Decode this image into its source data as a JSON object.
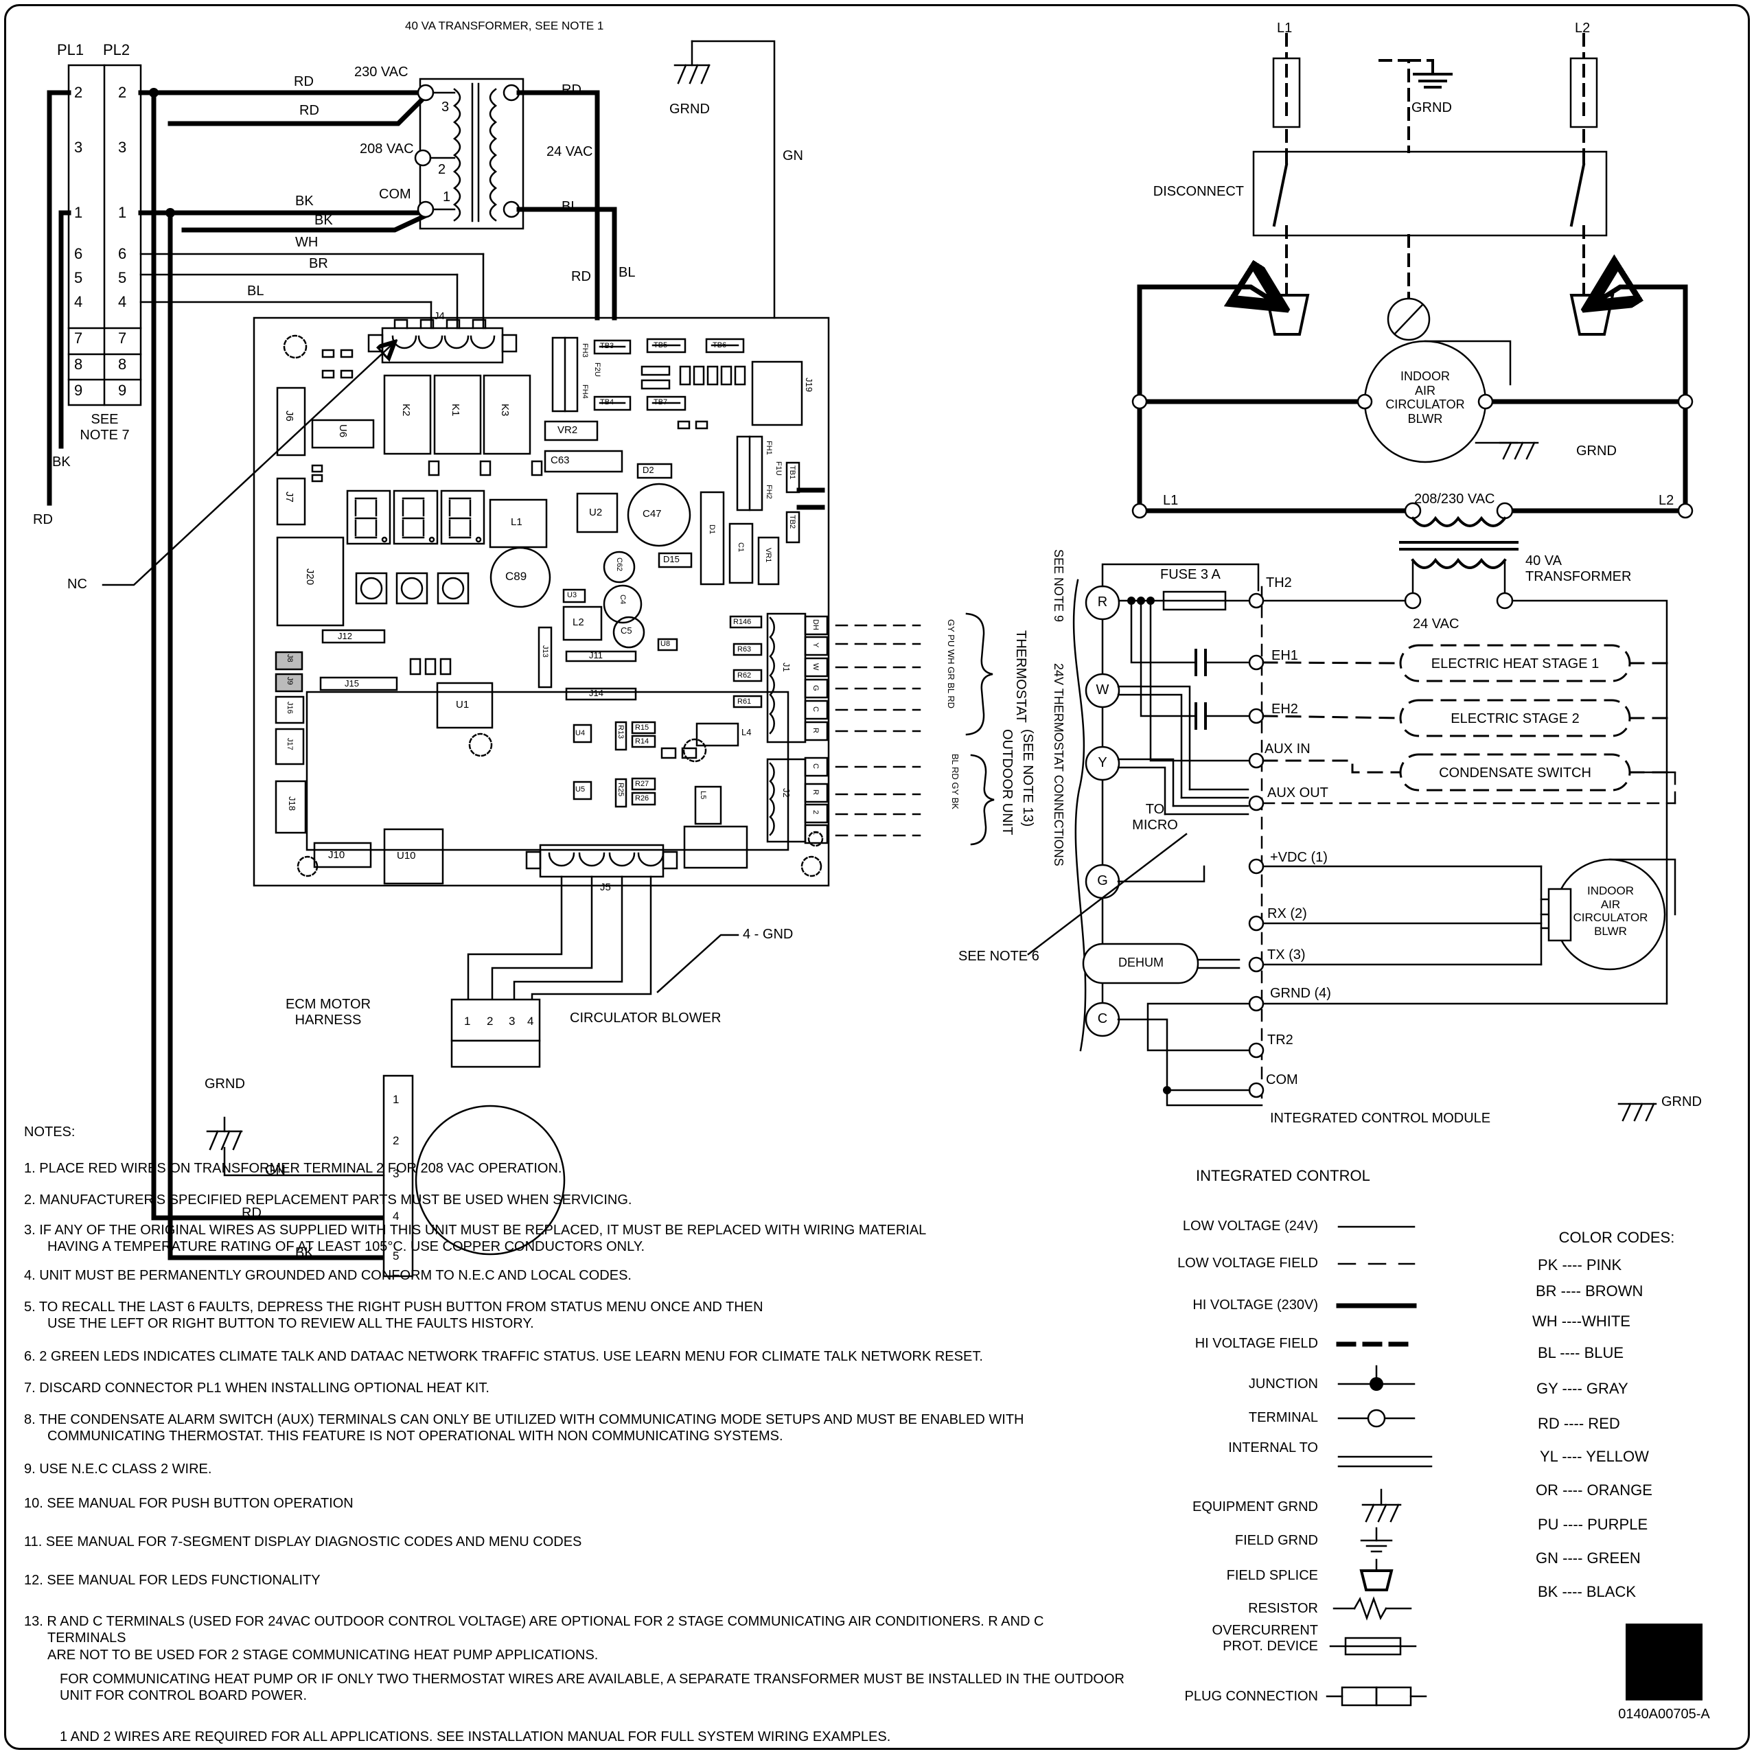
{
  "doc": {
    "part_number": "0140A00705-A"
  },
  "top_left": {
    "pl1": "PL1",
    "pl2": "PL2",
    "pins": [
      "2",
      "3",
      "1",
      "6",
      "5",
      "4",
      "7",
      "8",
      "9"
    ],
    "see_note_7": "SEE\nNOTE 7",
    "bk_end": "BK",
    "rd_end": "RD",
    "nc": "NC"
  },
  "top_wires": {
    "rd1": "RD",
    "v230": "230 VAC",
    "rd2": "RD",
    "bk1": "BK",
    "com": "COM",
    "bk2": "BK",
    "wh": "WH",
    "br": "BR",
    "bl": "BL"
  },
  "xfmr": {
    "title": "40 VA TRANSFORMER, SEE NOTE 1",
    "p3": "3",
    "p2": "2",
    "p1": "1",
    "v208": "208 VAC",
    "v24": "24 VAC",
    "rd": "RD",
    "bl": "BL"
  },
  "gnd_top": {
    "grnd": "GRND",
    "gn": "GN"
  },
  "board_wires": {
    "rd": "RD",
    "bl": "BL"
  },
  "board": {
    "refs": {
      "j4": "J4",
      "tb3": "TB3",
      "tb4": "TB4",
      "tb5": "TB5",
      "tb6": "TB6",
      "tb7": "TB7",
      "fh3": "FH3",
      "f2u": "F2U",
      "fh4": "FH4",
      "k2": "K2",
      "k1": "K1",
      "k3": "K3",
      "vr2": "VR2",
      "c63": "C63",
      "j6": "J6",
      "u6": "U6",
      "j7": "J7",
      "j20": "J20",
      "l1": "L1",
      "u2": "U2",
      "c89": "C89",
      "u3": "U3",
      "c62": "C62",
      "c4": "C4",
      "d2": "D2",
      "c47": "C47",
      "d15": "D15",
      "d1": "D1",
      "c1": "C1",
      "vr1": "VR1",
      "fh1": "FH1",
      "f1u": "F1U",
      "fh2": "FH2",
      "tb1": "TB1",
      "tb2": "TB2",
      "j19": "J19",
      "j8": "J8",
      "j9": "J9",
      "j12": "J12",
      "j15": "J15",
      "j16": "J16",
      "j17": "J17",
      "j18": "J18",
      "u1": "U1",
      "l2": "L2",
      "c5": "C5",
      "j13": "J13",
      "j11": "J11",
      "j14": "J14",
      "u8": "U8",
      "r146": "R146",
      "r63": "R63",
      "r62": "R62",
      "r61": "R61",
      "j1": "J1",
      "u4": "U4",
      "r13": "R13",
      "r15": "R15",
      "r14": "R14",
      "l4": "L4",
      "u5": "U5",
      "r25": "R25",
      "r27": "R27",
      "r26": "R26",
      "l5": "L5",
      "j2": "J2",
      "j5": "J5",
      "j10": "J10",
      "u10": "U10"
    },
    "j1_terminals": [
      "DH",
      "Y",
      "W",
      "G",
      "C",
      "R"
    ],
    "j2_terminals": [
      "C",
      "R",
      "2",
      "1"
    ]
  },
  "stat": {
    "wires": "GY PU WH GR BL RD",
    "label": "THERMOSTAT",
    "outdoor_wires": "BL RD GY BK",
    "outdoor1": "OUTDOOR UNIT",
    "outdoor2": "(SEE NOTE 13)"
  },
  "ecm": {
    "title": "ECM MOTOR\nHARNESS",
    "grnd": "GRND",
    "gn": "GN",
    "rd": "RD",
    "bk": "BK",
    "pins": [
      "1",
      "2",
      "3",
      "4",
      "5"
    ],
    "top_pins": [
      "1",
      "2",
      "3",
      "4"
    ],
    "blower": "CIRCULATOR BLOWER",
    "gnd4": "4 - GND"
  },
  "right": {
    "l1": "L1",
    "l2": "L2",
    "grnd_top": "GRND",
    "disconnect": "DISCONNECT",
    "blower_top": "INDOOR\nAIR\nCIRCULATOR\nBLWR",
    "grnd_blower": "GRND",
    "l1b": "L1",
    "l2b": "L2",
    "vac": "208/230 VAC",
    "xfmr": "40 VA\nTRANSFORMER",
    "v24": "24 VAC",
    "see9": "SEE NOTE 9",
    "fuse": "FUSE 3 A",
    "th2": "TH2",
    "conns": "24V THERMOSTAT CONNECTIONS",
    "r": "R",
    "w": "W",
    "y": "Y",
    "g": "G",
    "dehum": "DEHUM",
    "c": "C",
    "eh1": "EH1",
    "eh2": "EH2",
    "auxin": "AUX IN",
    "auxout": "AUX OUT",
    "tomicro": "TO\nMICRO",
    "see6": "SEE NOTE 6",
    "vdc": "+VDC (1)",
    "rx": "RX (2)",
    "tx": "TX (3)",
    "grnd4": "GRND (4)",
    "tr2": "TR2",
    "com": "COM",
    "icm": "INTEGRATED CONTROL MODULE",
    "grnd_icm": "GRND",
    "heat1": "ELECTRIC HEAT STAGE 1",
    "heat2": "ELECTRIC STAGE 2",
    "cond": "CONDENSATE SWITCH",
    "blower_right": "INDOOR\nAIR\nCIRCULATOR\nBLWR"
  },
  "notes": {
    "title": "NOTES:",
    "items": [
      {
        "t": "1. PLACE RED WIRES ON TRANSFORMER TERMINAL 2 FOR 208 VAC OPERATION."
      },
      {
        "t": "2. MANUFACTURER'S SPECIFIED REPLACEMENT PARTS MUST BE USED WHEN SERVICING."
      },
      {
        "t": "3. IF ANY OF THE ORIGINAL WIRES AS SUPPLIED WITH THIS UNIT MUST BE REPLACED, IT MUST BE REPLACED WITH WIRING MATERIAL\nHAVING A TEMPERATURE RATING OF AT LEAST 105°C. USE COPPER CONDUCTORS ONLY."
      },
      {
        "t": "4. UNIT MUST BE PERMANENTLY GROUNDED AND CONFORM TO N.E.C AND LOCAL CODES."
      },
      {
        "t": "5. TO RECALL THE LAST 6 FAULTS, DEPRESS THE RIGHT PUSH BUTTON FROM STATUS MENU ONCE AND THEN\nUSE THE LEFT OR RIGHT BUTTON TO REVIEW ALL THE FAULTS HISTORY."
      },
      {
        "t": "6. 2 GREEN LEDS INDICATES CLIMATE TALK AND DATAAC NETWORK TRAFFIC STATUS. USE LEARN MENU FOR CLIMATE TALK NETWORK RESET."
      },
      {
        "t": "7. DISCARD CONNECTOR PL1 WHEN INSTALLING OPTIONAL HEAT KIT."
      },
      {
        "t": "8. THE CONDENSATE ALARM SWITCH (AUX) TERMINALS CAN ONLY BE UTILIZED WITH COMMUNICATING MODE SETUPS AND MUST BE ENABLED WITH\nCOMMUNICATING THERMOSTAT. THIS FEATURE IS NOT OPERATIONAL WITH NON COMMUNICATING SYSTEMS."
      },
      {
        "t": "9. USE N.E.C CLASS 2 WIRE."
      },
      {
        "t": "10. SEE MANUAL FOR PUSH BUTTON OPERATION"
      },
      {
        "t": "11. SEE MANUAL FOR 7-SEGMENT DISPLAY DIAGNOSTIC CODES AND MENU CODES"
      },
      {
        "t": "12. SEE MANUAL FOR LEDS FUNCTIONALITY"
      },
      {
        "t": "13. R AND C TERMINALS (USED FOR 24VAC OUTDOOR CONTROL VOLTAGE) ARE OPTIONAL FOR 2 STAGE COMMUNICATING AIR CONDITIONERS. R AND C TERMINALS\nARE NOT TO BE USED FOR 2 STAGE COMMUNICATING HEAT PUMP APPLICATIONS."
      },
      {
        "t": "FOR COMMUNICATING HEAT PUMP OR IF ONLY TWO THERMOSTAT WIRES ARE AVAILABLE, A SEPARATE TRANSFORMER MUST BE INSTALLED IN THE OUTDOOR\nUNIT FOR CONTROL BOARD POWER."
      },
      {
        "t": "1 AND 2 WIRES ARE REQUIRED FOR ALL APPLICATIONS. SEE INSTALLATION  MANUAL FOR FULL SYSTEM WIRING EXAMPLES."
      }
    ]
  },
  "legend": {
    "title": "INTEGRATED CONTROL",
    "rows": [
      "LOW VOLTAGE (24V)",
      "LOW VOLTAGE FIELD",
      "HI VOLTAGE (230V)",
      "HI VOLTAGE FIELD",
      "JUNCTION",
      "TERMINAL",
      "INTERNAL TO",
      "EQUIPMENT GRND",
      "FIELD GRND",
      "FIELD SPLICE",
      "RESISTOR",
      "OVERCURRENT\nPROT. DEVICE",
      "PLUG CONNECTION"
    ]
  },
  "colors": {
    "title": "COLOR CODES:",
    "rows": [
      "PK ---- PINK",
      "BR ---- BROWN",
      "WH ----WHITE",
      "BL ----  BLUE",
      "GY ---- GRAY",
      "RD ---- RED",
      "YL ---- YELLOW",
      "OR ---- ORANGE",
      "PU ---- PURPLE",
      "GN ---- GREEN",
      "BK ---- BLACK"
    ]
  }
}
